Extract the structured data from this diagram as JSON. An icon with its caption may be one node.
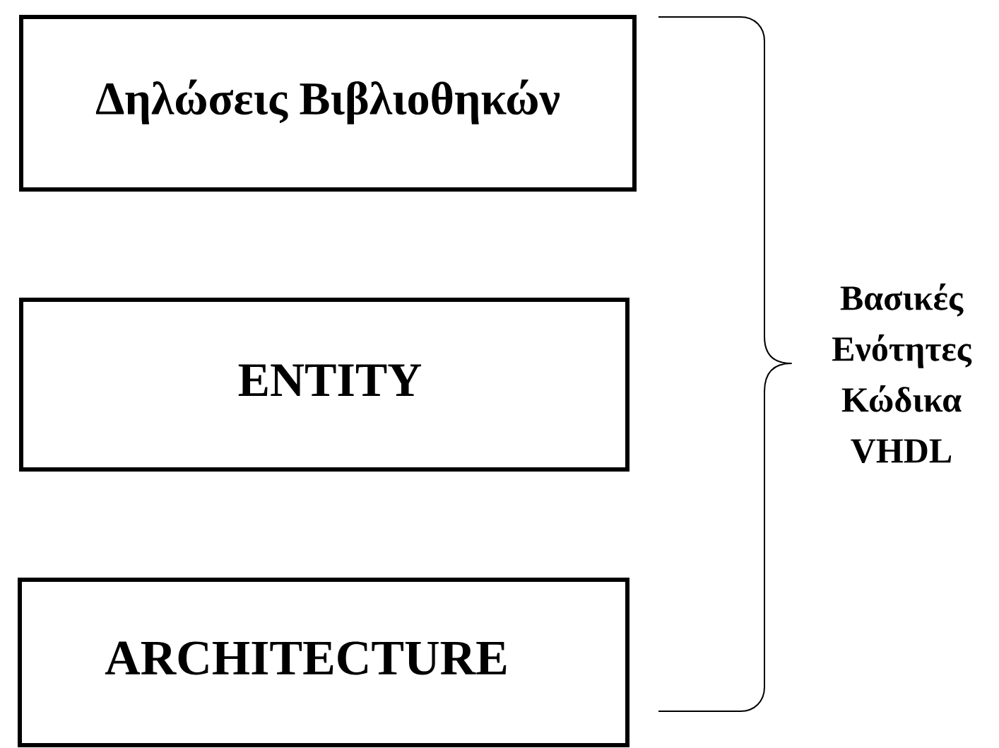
{
  "diagram": {
    "nodes": [
      {
        "text": [
          "Δηλώσεις Βιβλιοθηκών"
        ]
      },
      {
        "text": [
          "ENTITY"
        ]
      },
      {
        "text": [
          "ARCHITECTURE"
        ]
      }
    ],
    "labels": [
      "Βασικές Ενότητες Κώδικα VHDL"
    ]
  }
}
